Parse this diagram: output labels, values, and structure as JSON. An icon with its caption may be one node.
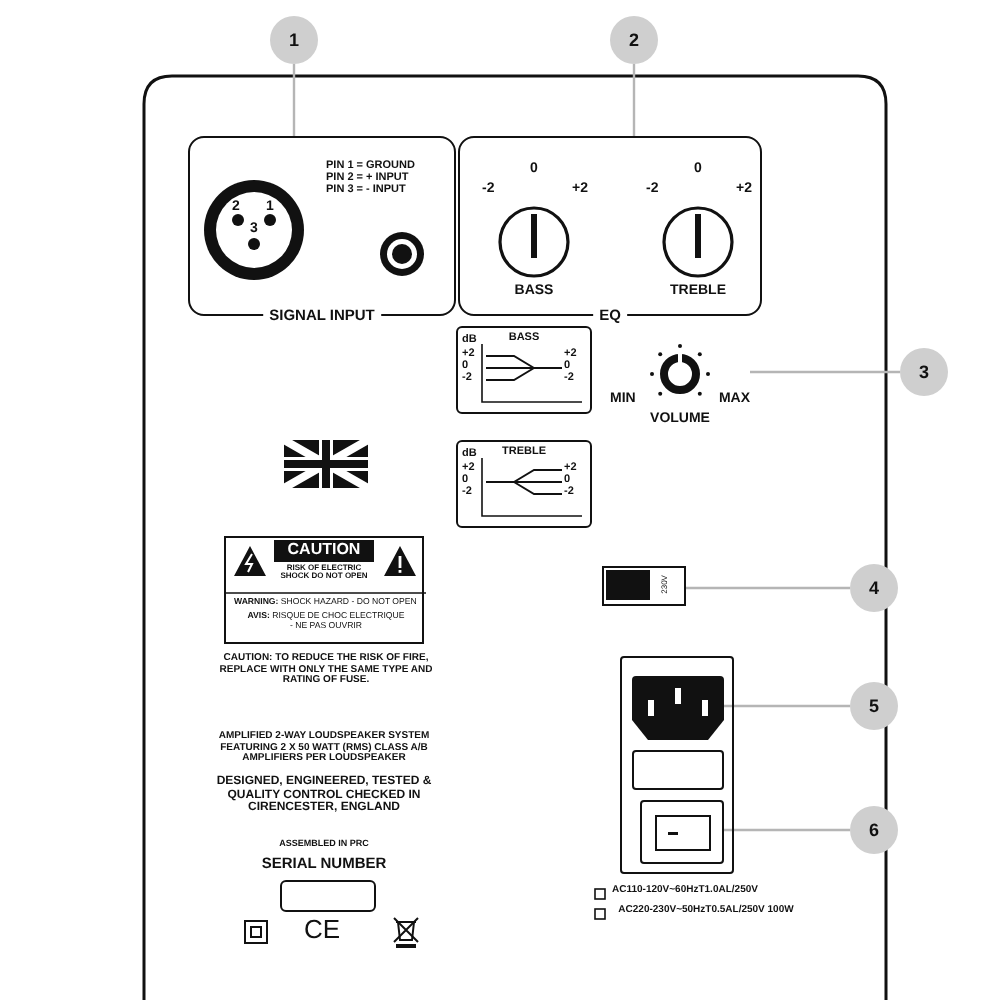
{
  "diagram": {
    "nodes": [
      {
        "text": [
          "1"
        ]
      },
      {
        "text": [
          "2"
        ]
      },
      {
        "text": [
          "3"
        ]
      },
      {
        "text": [
          "4"
        ]
      },
      {
        "text": [
          "5"
        ]
      },
      {
        "text": [
          "6"
        ]
      },
      {
        "text": [
          "SIGNAL INPUT"
        ]
      },
      {
        "text": [
          "EQ"
        ]
      },
      {
        "text": [
          "-2",
          "0",
          "+2",
          "BASS"
        ],
        "in": 7
      },
      {
        "text": [
          "-2",
          "0",
          "+2",
          "TREBLE"
        ],
        "in": 7
      },
      {
        "text": [
          "MIN",
          "MAX",
          "VOLUME"
        ]
      },
      {
        "text": [
          "230V"
        ]
      },
      {
        "text": [],
        "shape": "box"
      },
      {
        "text": [],
        "shape": "box"
      },
      {
        "text": [],
        "shape": "box"
      },
      {
        "text": [
          "BASS",
          "dB",
          "+2",
          "0",
          "-2",
          "+2",
          "0",
          "-2"
        ]
      },
      {
        "text": [
          "TREBLE",
          "dB",
          "+2",
          "0",
          "-2",
          "+2",
          "0",
          "-2"
        ]
      },
      {
        "text": [
          "CAUTION",
          "RISK OF ELECTRIC SHOCK DO NOT OPEN",
          "**WARNING:** SHOCK HAZARD - DO NOT OPEN",
          "**AVIS:** RISQUE DE CHOC ELECTRIQUE - NE PAS OUVRIR"
        ],
        "beside": [
          "**CAUTION:** TO REDUCE THE RISK OF FIRE, REPLACE WITH ONLY THE SAME TYPE AND RATING OF FUSE."
        ]
      }
    ],
    "edges": [
      {
        "from": 0,
        "to": 6,
        "arrow": "none"
      },
      {
        "from": 1,
        "to": 7,
        "arrow": "none"
      },
      {
        "from": 2,
        "to": 10,
        "arrow": "none"
      },
      {
        "from": 3,
        "to": 11,
        "arrow": "none"
      },
      {
        "from": 4,
        "to": 12,
        "arrow": "none"
      },
      {
        "from": 5,
        "to": 14,
        "arrow": "none"
      }
    ],
    "labels": [
      "PIN 1 = GROUND",
      "PIN 2 = + INPUT",
      "PIN 3 = - INPUT",
      "2",
      "1",
      "3",
      "AMPLIFIED 2-WAY LOUDSPEAKER SYSTEM FEATURING 2 X 50 WATT (RMS) CLASS A/B AMPLIFIERS PER LOUDSPEAKER",
      "DESIGNED, ENGINEERED, TESTED & QUALITY CONTROL CHECKED IN CIRENCESTER, ENGLAND",
      "ASSEMBLED IN PRC",
      "SERIAL NUMBER",
      "CE",
      "AC110-120V~60HzT1.0AL/250V",
      "AC220-230V~50HzT0.5AL/250V 100W"
    ]
  }
}
